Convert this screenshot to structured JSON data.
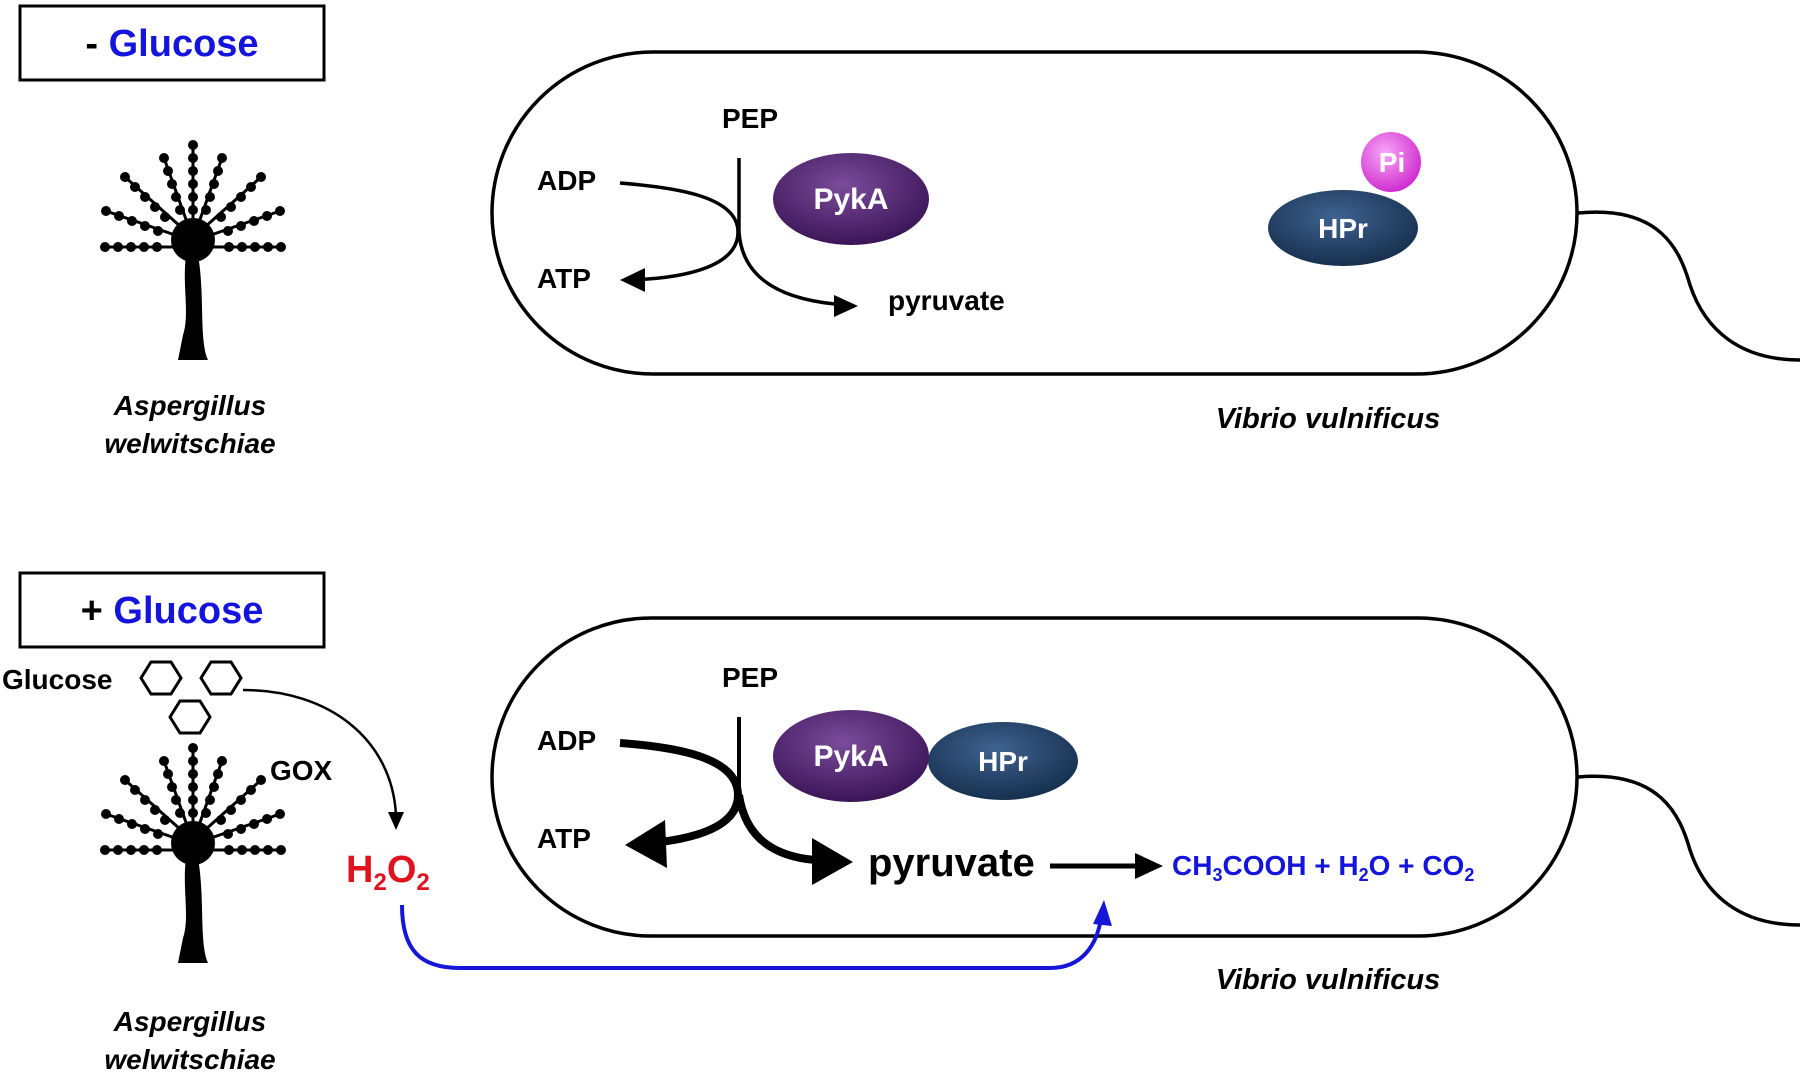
{
  "colors": {
    "glucose_blue": "#1414dc",
    "h2o2_red": "#e0141e",
    "pyka_purple": "#4b1f6b",
    "hpr_navy": "#1f3c5e",
    "pi_pink": "#e05ae0",
    "blue_arrow": "#1616d8",
    "black": "#000000"
  },
  "panel_top": {
    "condition_sign": "-",
    "condition_sugar": "Glucose",
    "fungus_line1": "Aspergillus",
    "fungus_line2": "welwitschiae",
    "pep": "PEP",
    "adp": "ADP",
    "atp": "ATP",
    "pyruvate": "pyruvate",
    "pyka": "PykA",
    "hpr": "HPr",
    "pi": "Pi",
    "bacterium": "Vibrio vulnificus"
  },
  "panel_bottom": {
    "condition_sign": "+",
    "condition_sugar": "Glucose",
    "glucose_label": "Glucose",
    "gox": "GOX",
    "h2o2": {
      "a": "H",
      "s1": "2",
      "b": "O",
      "s2": "2"
    },
    "fungus_line1": "Aspergillus",
    "fungus_line2": "welwitschiae",
    "pep": "PEP",
    "adp": "ADP",
    "atp": "ATP",
    "pyruvate": "pyruvate",
    "pyka": "PykA",
    "hpr": "HPr",
    "products": {
      "p1": "CH",
      "p1s": "3",
      "p2": "COOH + H",
      "p2s": "2",
      "p3": "O + CO",
      "p3s": "2"
    },
    "bacterium": "Vibrio vulnificus"
  }
}
